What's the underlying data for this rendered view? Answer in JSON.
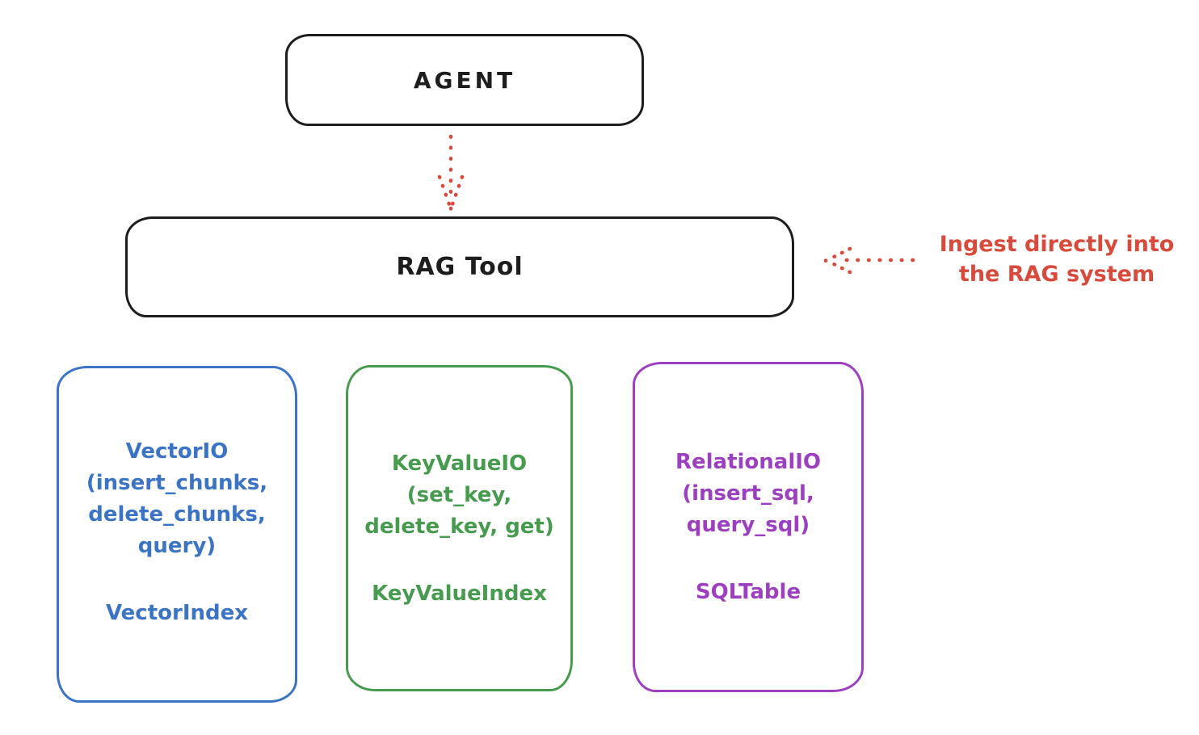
{
  "diagram": {
    "agent": {
      "label": "AGENT"
    },
    "rag_tool": {
      "label": "RAG Tool"
    },
    "annotation": {
      "text": "Ingest directly into\nthe RAG system"
    },
    "backends": [
      {
        "name": "vector-io",
        "api": "VectorIO\n(insert_chunks,\ndelete_chunks,\nquery)",
        "index": "VectorIndex",
        "color": "#3b74c4"
      },
      {
        "name": "keyvalue-io",
        "api": "KeyValueIO\n(set_key,\ndelete_key, get)",
        "index": "KeyValueIndex",
        "color": "#479b4e"
      },
      {
        "name": "relational-io",
        "api": "RelationalIO\n(insert_sql,\nquery_sql)",
        "index": "SQLTable",
        "color": "#9c3fc0"
      }
    ],
    "arrows": {
      "agent_to_rag": "dotted-red-down-arrow",
      "annotation_to_rag": "dotted-red-left-arrow",
      "arrow_color": "#d84a3c"
    },
    "stroke_color": "#1d1d1d",
    "background_color": "#ffffff"
  }
}
